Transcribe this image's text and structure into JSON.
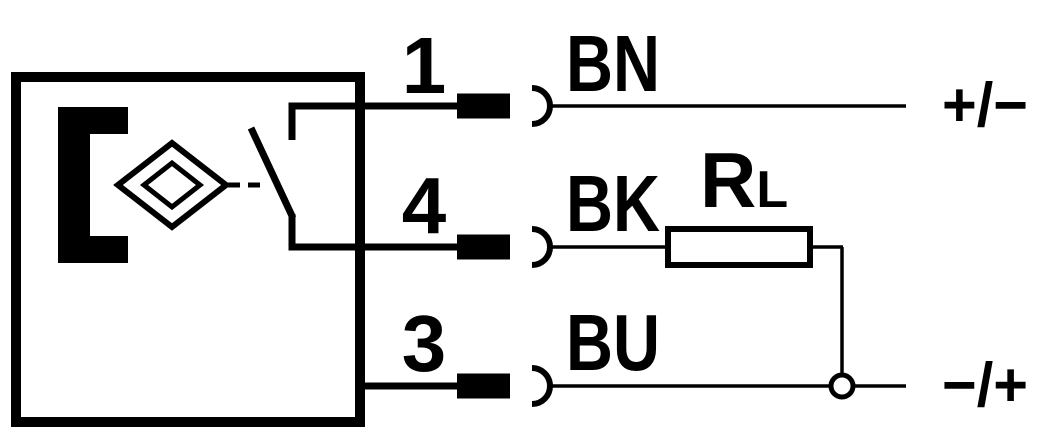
{
  "colors": {
    "line": "#000000",
    "background": "#ffffff"
  },
  "sensor": {
    "pins": [
      {
        "number": "1",
        "label": "BN",
        "polarity": "+/−"
      },
      {
        "number": "4",
        "label": "BK",
        "polarity": ""
      },
      {
        "number": "3",
        "label": "BU",
        "polarity": "−/+"
      }
    ],
    "resistor": {
      "base": "R",
      "sub": "L"
    }
  }
}
